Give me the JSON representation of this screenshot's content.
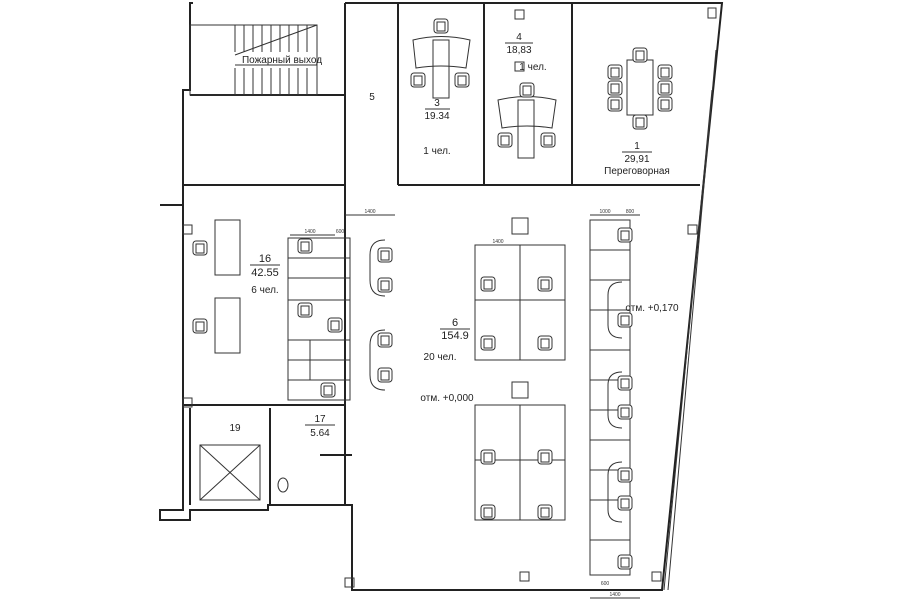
{
  "title": "Floor plan",
  "rooms": {
    "r1": {
      "number": "1",
      "area": "29,91",
      "name": "Переговорная"
    },
    "r3": {
      "number": "3",
      "area": "19.34",
      "people": "1 чел."
    },
    "r4": {
      "number": "4",
      "area": "18,83",
      "people": "1 чел."
    },
    "r5": {
      "number": "5"
    },
    "r6": {
      "number": "6",
      "area": "154.9",
      "people": "20 чел."
    },
    "r16": {
      "number": "16",
      "area": "42.55",
      "people": "6 чел."
    },
    "r17": {
      "number": "17",
      "area": "5.64"
    },
    "r19": {
      "number": "19"
    }
  },
  "annotations": {
    "fire_exit": "Пожарный выход",
    "level_0": "отм. +0,000",
    "level_170": "отм. +0,170"
  },
  "dimensions": {
    "d1400a": "1400",
    "d1400b": "1400",
    "d800": "800",
    "d600": "600",
    "d1000": "1000",
    "d1400c": "1400",
    "d1400d": "1400",
    "d600b": "600"
  }
}
